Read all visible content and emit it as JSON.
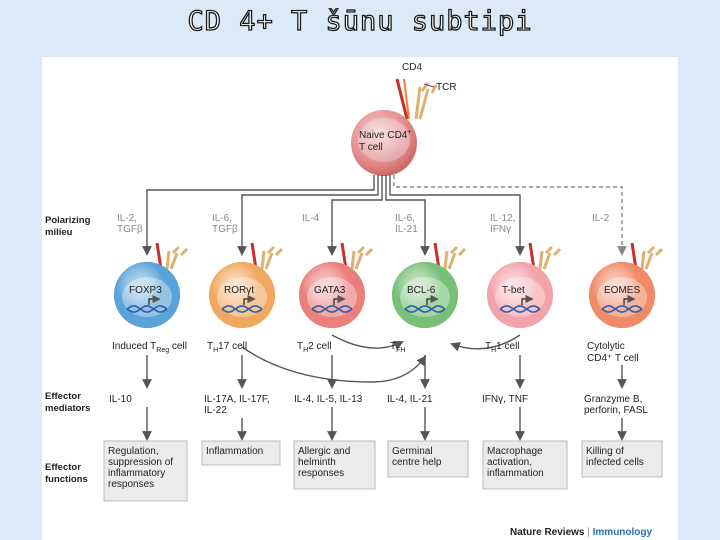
{
  "slide_title": "CD 4+ T šūnu subtipi",
  "naive": {
    "receptor_1": "CD4",
    "receptor_2": "TCR",
    "line1": "Naive CD4",
    "sup": "+",
    "line2": "T cell"
  },
  "row_labels": {
    "polarizing": [
      "Polarizing",
      "milieu"
    ],
    "mediators": [
      "Effector",
      "mediators"
    ],
    "functions": [
      "Effector",
      "functions"
    ]
  },
  "subsets": [
    {
      "milieu": [
        "IL-2,",
        "TGFβ"
      ],
      "tf": "FOXP3",
      "name": "Induced T",
      "sub": "Reg",
      "suffix": " cell",
      "extra": "",
      "mediators": [
        "IL-10"
      ],
      "functions": [
        "Regulation,",
        "suppression of",
        "inflammatory",
        "responses"
      ],
      "color": "#5aa3d8"
    },
    {
      "milieu": [
        "IL-6,",
        "TGFβ"
      ],
      "tf": "RORγt",
      "name": "T",
      "sub": "H",
      "suffix": "17 cell",
      "extra": "",
      "mediators": [
        "IL-17A, IL-17F,",
        "IL-22"
      ],
      "functions": [
        "Inflammation"
      ],
      "color": "#f0a860"
    },
    {
      "milieu": [
        "IL-4"
      ],
      "tf": "GATA3",
      "name": "T",
      "sub": "H",
      "suffix": "2 cell",
      "extra": "",
      "mediators": [
        "IL-4, IL-5, IL-13"
      ],
      "functions": [
        "Allergic and",
        "helminth",
        "responses"
      ],
      "color": "#eb7f7c"
    },
    {
      "milieu": [
        "IL-6,",
        "IL-21"
      ],
      "tf": "BCL-6",
      "name": "T",
      "sub": "FH",
      "suffix": "",
      "extra": "",
      "mediators": [
        "IL-4, IL-21"
      ],
      "functions": [
        "Germinal",
        "centre help"
      ],
      "color": "#78c077"
    },
    {
      "milieu": [
        "IL-12,",
        "IFNγ"
      ],
      "tf": "T-bet",
      "name": "T",
      "sub": "H",
      "suffix": "1 cell",
      "extra": "",
      "mediators": [
        "IFNγ, TNF"
      ],
      "functions": [
        "Macrophage",
        "activation,",
        "inflammation"
      ],
      "color": "#f3a3aa"
    },
    {
      "milieu": [
        "IL-2"
      ],
      "tf": "EOMES",
      "name": "Cytolytic",
      "sub": "",
      "suffix": "",
      "extra": "CD4⁺ T cell",
      "mediators": [
        "Granzyme B,",
        "perforin, FASL"
      ],
      "functions": [
        "Killing of",
        "infected cells"
      ],
      "color": "#f08a68"
    }
  ],
  "credit": {
    "journal": "Nature Reviews",
    "separator": " | ",
    "section": "Immunology"
  },
  "colors": {
    "background": "#dce9f7",
    "arrow": "#555555",
    "box_fill": "#ebebeb"
  }
}
